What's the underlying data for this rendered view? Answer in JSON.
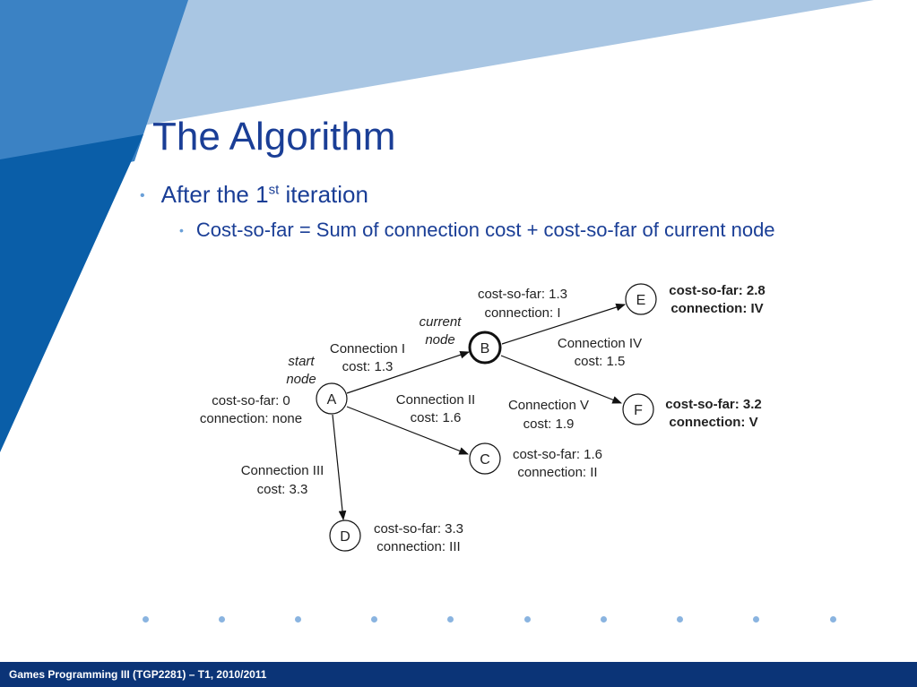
{
  "slide": {
    "title": "The Algorithm",
    "bullet1_prefix": "After the 1",
    "bullet1_sup": "st",
    "bullet1_suffix": " iteration",
    "bullet2": "Cost-so-far = Sum of connection cost + cost-so-far of current node",
    "footer": "Games Programming III (TGP2281) – T1, 2010/2011"
  },
  "colors": {
    "title_text": "#1a3e96",
    "footer_bg": "#0b3477",
    "left_stripe": "#0a5ea8",
    "top_band": "#a9c6e3",
    "bullet_dot": "#6aa0d8"
  },
  "diagram": {
    "nodes": {
      "A": "A",
      "B": "B",
      "C": "C",
      "D": "D",
      "E": "E",
      "F": "F"
    },
    "labels": {
      "start1": "start",
      "start2": "node",
      "current1": "current",
      "current2": "node",
      "a_cost": "cost-so-far: 0",
      "a_conn": "connection: none",
      "b_cost": "cost-so-far: 1.3",
      "b_conn": "connection: I",
      "c_cost": "cost-so-far: 1.6",
      "c_conn": "connection: II",
      "d_cost": "cost-so-far: 3.3",
      "d_conn": "connection: III",
      "e_cost": "cost-so-far: 2.8",
      "e_conn": "connection: IV",
      "f_cost": "cost-so-far: 3.2",
      "f_conn": "connection: V",
      "edge1_name": "Connection I",
      "edge1_cost": "cost: 1.3",
      "edge2_name": "Connection II",
      "edge2_cost": "cost: 1.6",
      "edge3_name": "Connection III",
      "edge3_cost": "cost: 3.3",
      "edge4_name": "Connection IV",
      "edge4_cost": "cost: 1.5",
      "edge5_name": "Connection V",
      "edge5_cost": "cost: 1.9"
    }
  }
}
